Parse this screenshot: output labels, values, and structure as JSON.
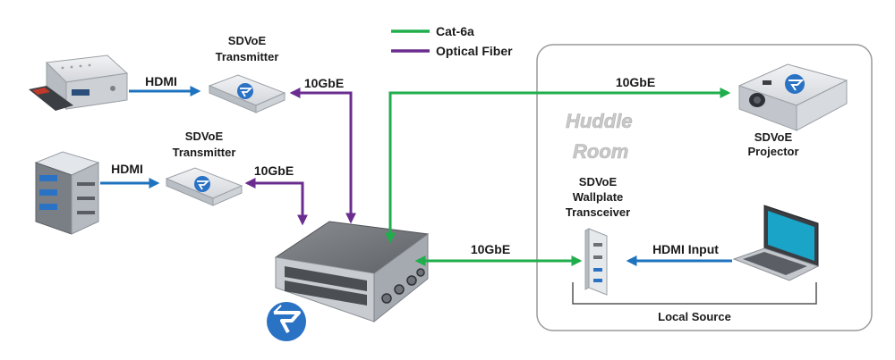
{
  "legend": {
    "items": [
      {
        "label": "Cat-6a",
        "color": "#1fae4b"
      },
      {
        "label": "Optical Fiber",
        "color": "#6a2d8f"
      }
    ]
  },
  "colors": {
    "cat6a": "#1fae4b",
    "fiber": "#6a2d8f",
    "hdmi": "#1e73be",
    "room_border": "#9a9a9a"
  },
  "room": {
    "title_line1": "Huddle",
    "title_line2": "Room",
    "local_source_label": "Local Source"
  },
  "devices": {
    "transmitter_1": {
      "line1": "SDVoE",
      "line2": "Transmitter"
    },
    "transmitter_2": {
      "line1": "SDVoE",
      "line2": "Transmitter"
    },
    "projector": {
      "line1": "SDVoE",
      "line2": "Projector"
    },
    "wallplate": {
      "line1": "SDVoE",
      "line2": "Wallplate",
      "line3": "Transceiver"
    },
    "media_player": {
      "icon": "media-player-icon"
    },
    "server": {
      "icon": "server-icon"
    },
    "switch": {
      "icon": "network-switch-icon"
    },
    "laptop": {
      "icon": "laptop-icon"
    },
    "logo": {
      "icon": "sdvoe-logo-icon"
    }
  },
  "links": {
    "hdmi_1": "HDMI",
    "hdmi_2": "HDMI",
    "tx1_fiber": "10GbE",
    "tx2_fiber": "10GbE",
    "projector_link": "10GbE",
    "wallplate_link": "10GbE",
    "hdmi_input": "HDMI Input"
  }
}
